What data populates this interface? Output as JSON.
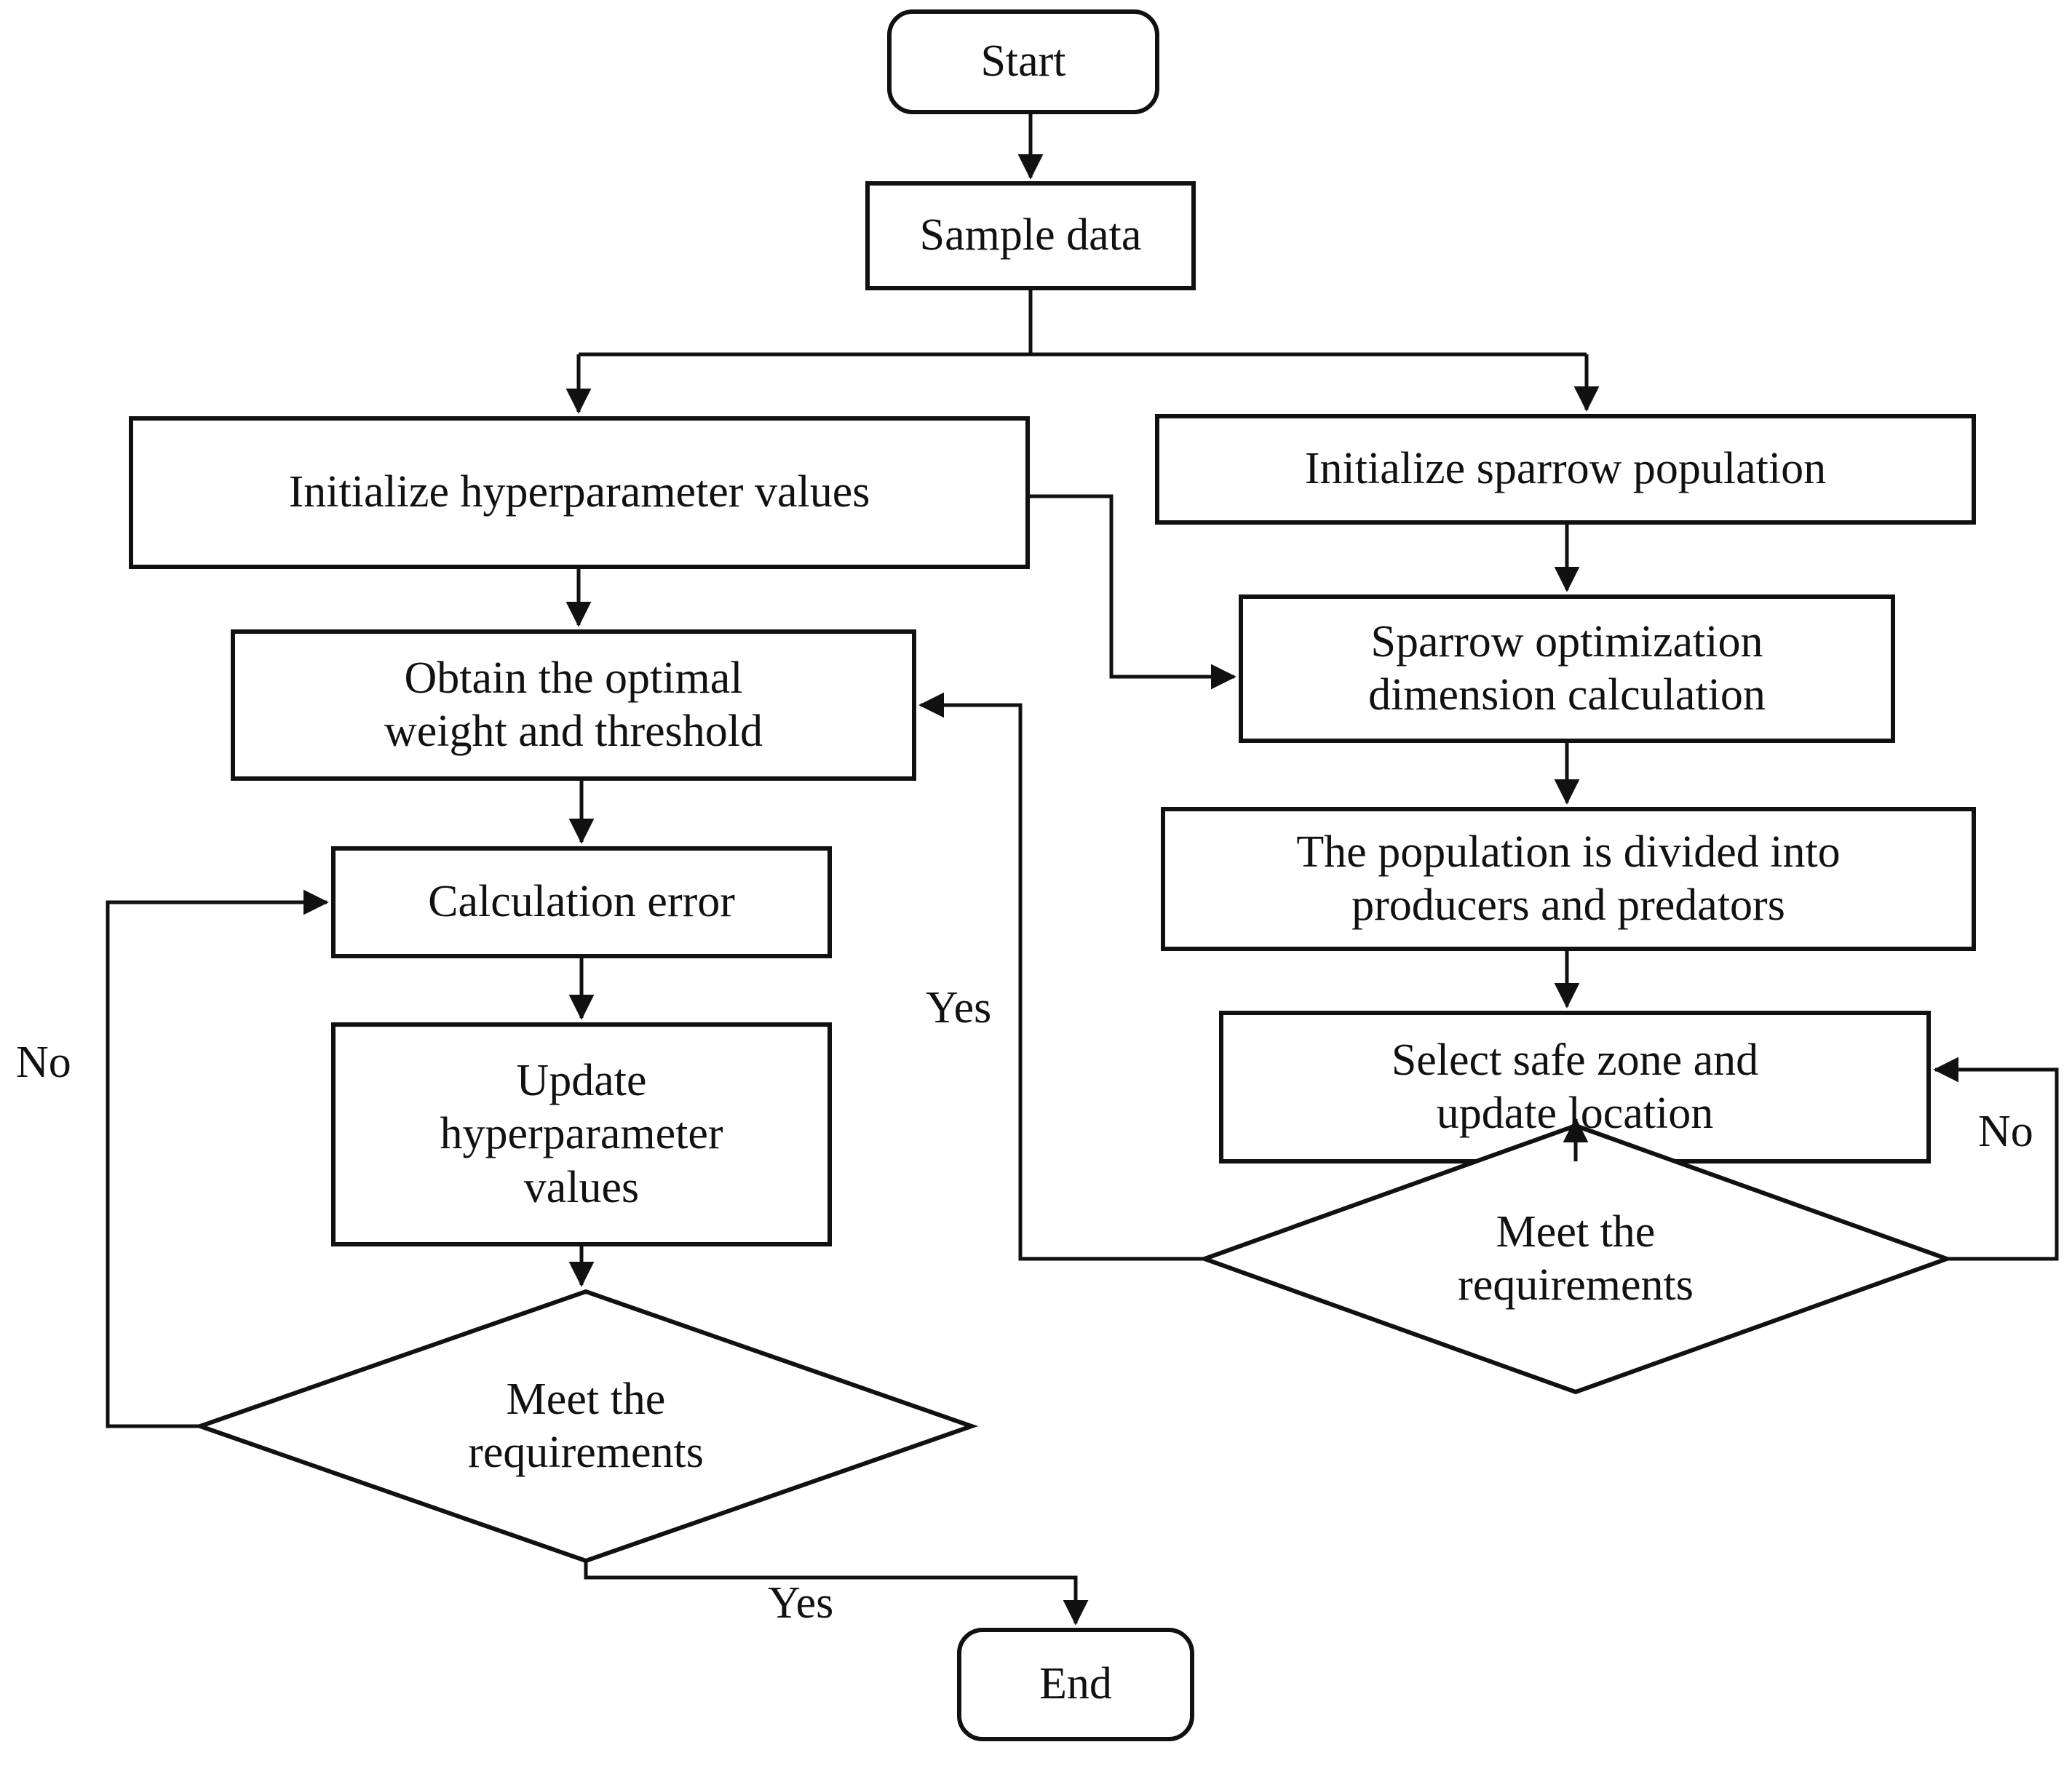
{
  "diagram": {
    "title": "Hybrid SSA-BP hyperparameter optimization flowchart",
    "type": "flowchart",
    "stroke_color": "#111111",
    "fill_color": "#ffffff",
    "background": "#ffffff"
  },
  "nodes": {
    "start": {
      "label": "Start",
      "shape": "terminal"
    },
    "sample_data": {
      "label": "Sample data",
      "shape": "process"
    },
    "init_hyper": {
      "label": "Initialize hyperparameter values",
      "shape": "process"
    },
    "init_sparrow": {
      "label": "Initialize sparrow population",
      "shape": "process"
    },
    "obtain_optimal": {
      "label": "Obtain the optimal\nweight and threshold",
      "shape": "process"
    },
    "sparrow_dim": {
      "label": "Sparrow optimization\ndimension calculation",
      "shape": "process"
    },
    "calc_error": {
      "label": "Calculation error",
      "shape": "process"
    },
    "population_divided": {
      "label": "The population is divided into\nproducers and predators",
      "shape": "process"
    },
    "update_hyper": {
      "label": "Update\nhyperparameter\nvalues",
      "shape": "process"
    },
    "safe_zone": {
      "label": "Select safe zone and\nupdate location",
      "shape": "process"
    },
    "decision_left": {
      "label": "Meet the\nrequirements",
      "shape": "decision"
    },
    "decision_right": {
      "label": "Meet the\nrequirements",
      "shape": "decision"
    },
    "end": {
      "label": "End",
      "shape": "terminal"
    }
  },
  "edge_labels": {
    "left_no": "No",
    "left_yes_to_end": "Yes",
    "right_yes": "Yes",
    "right_no": "No"
  }
}
